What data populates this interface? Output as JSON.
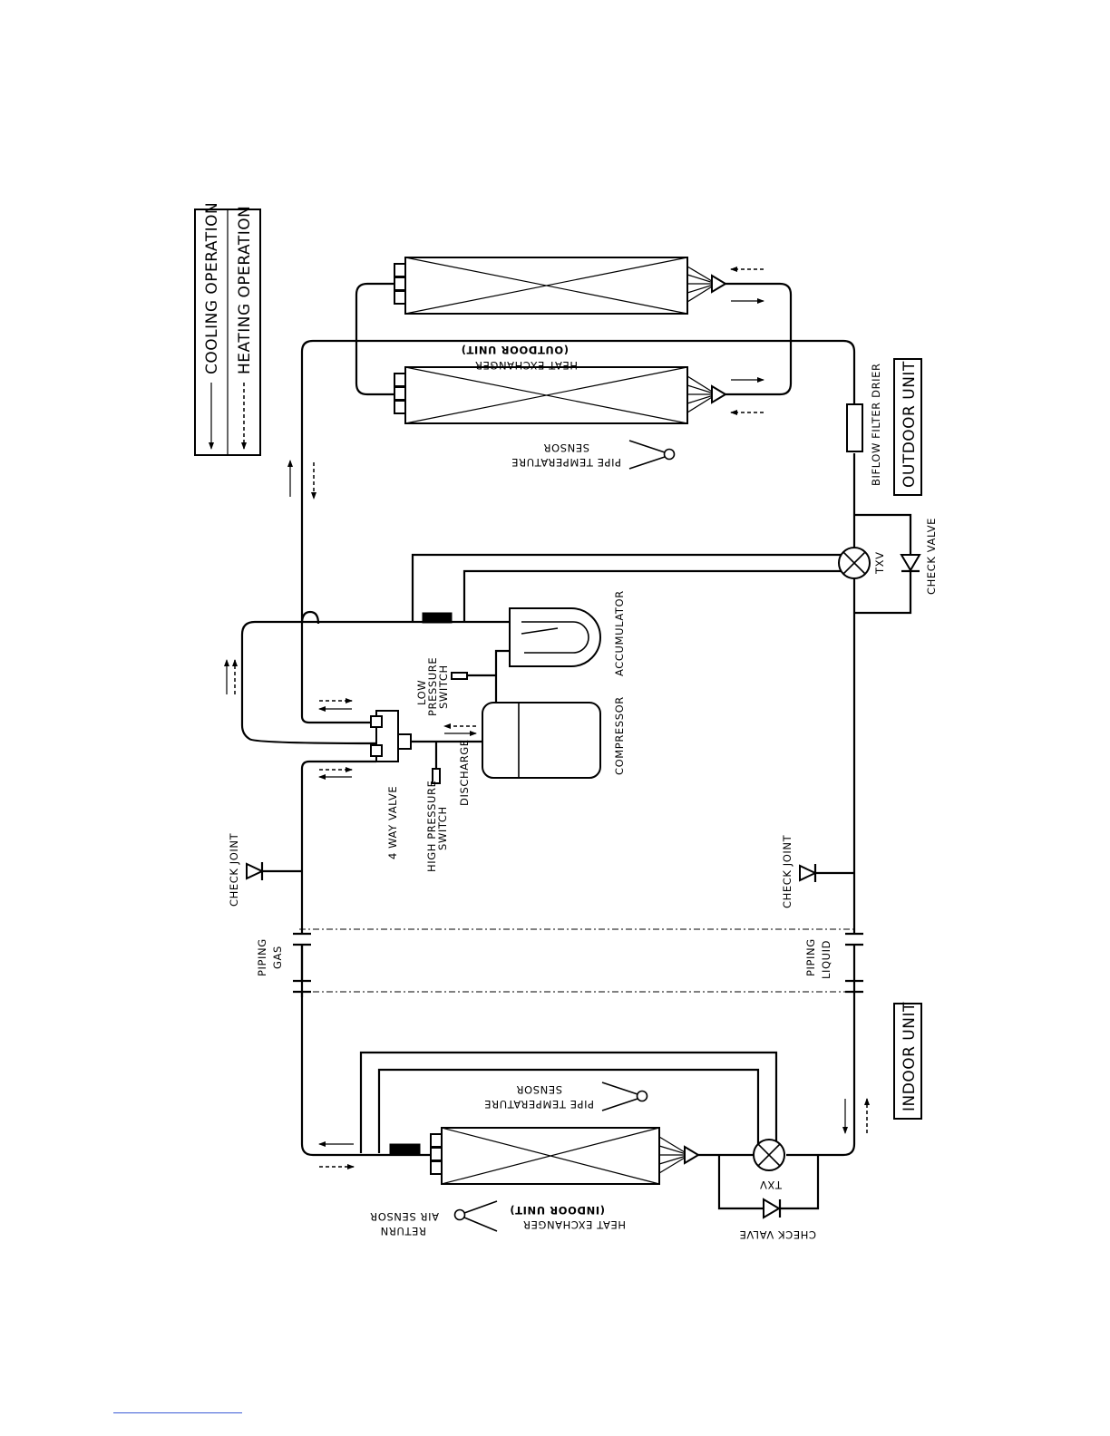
{
  "legend": {
    "cooling": "COOLING OPERATION",
    "heating": "HEATING OPERATION"
  },
  "units": {
    "outdoor": "OUTDOOR UNIT",
    "indoor": "INDOOR UNIT"
  },
  "outdoor": {
    "heat_exchanger": [
      "HEAT EXCHANGER",
      "(OUTDOOR UNIT)"
    ],
    "pipe_sensor": [
      "PIPE TEMPERATURE",
      "SENSOR"
    ],
    "filter_drier": "BIFLOW FILTER DRIER",
    "txv": "TXV",
    "check_valve": "CHECK VALVE",
    "accumulator": "ACCUMULATOR",
    "compressor": "COMPRESSOR",
    "low_pressure_switch": [
      "LOW",
      "PRESSURE",
      "SWITCH"
    ],
    "discharge": "DISCHARGE",
    "high_pressure_switch": [
      "HIGH PRESSURE",
      "SWITCH"
    ],
    "four_way_valve": "4 WAY VALVE",
    "check_joint_gas": "CHECK JOINT",
    "check_joint_liquid": "CHECK JOINT"
  },
  "piping": {
    "gas": [
      "PIPING",
      "GAS"
    ],
    "liquid": [
      "PIPING",
      "LIQUID"
    ]
  },
  "indoor": {
    "pipe_sensor": [
      "PIPE TEMPERATURE",
      "SENSOR"
    ],
    "heat_exchanger": [
      "HEAT EXCHANGER",
      "(INDOOR UNIT)"
    ],
    "return_air_sensor": [
      "RETURN",
      "AIR SENSOR"
    ],
    "txv": "TXV",
    "check_valve": "CHECK VALVE"
  }
}
